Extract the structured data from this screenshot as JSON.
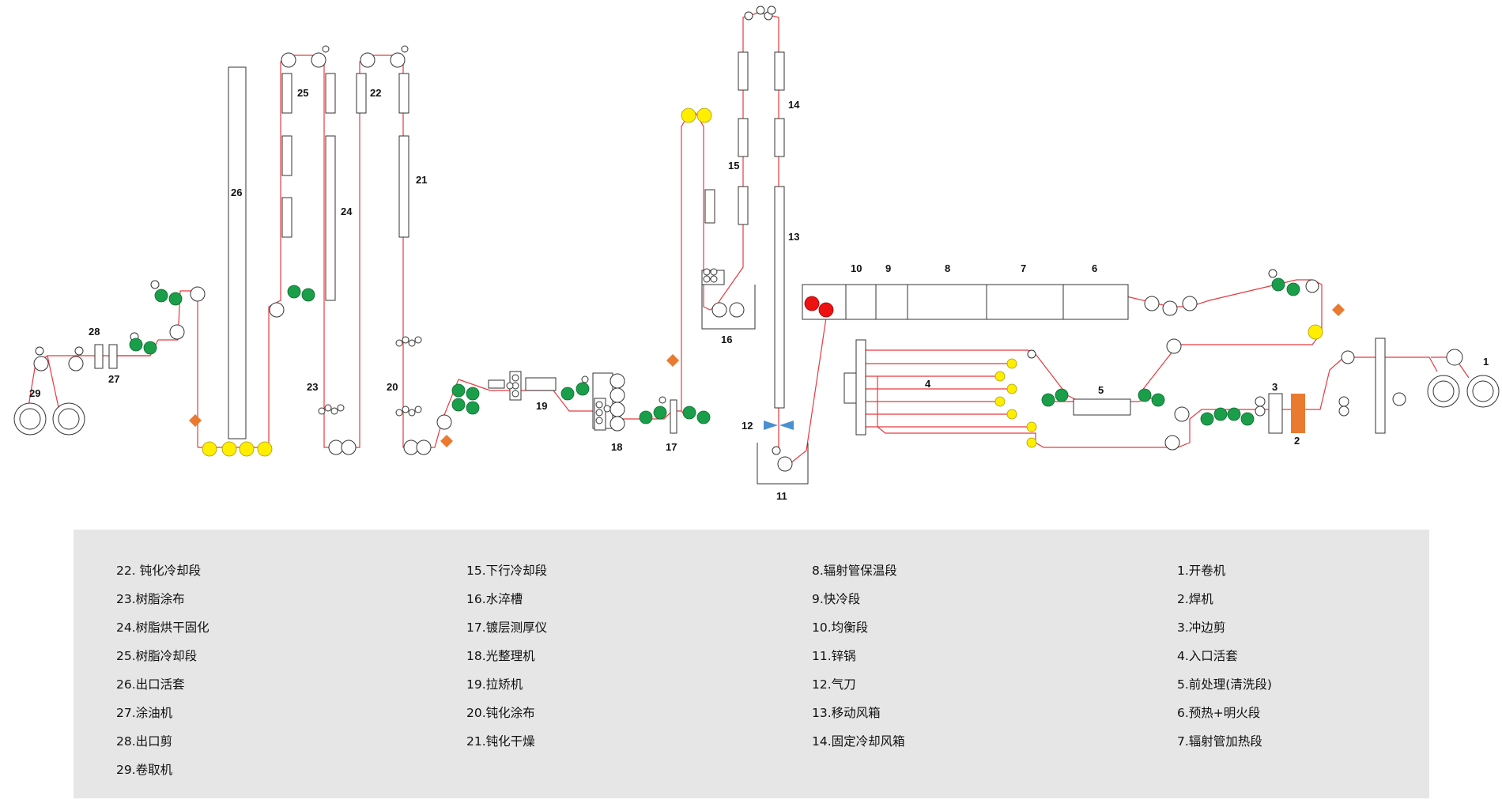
{
  "diagram": {
    "labels": [
      "1",
      "2",
      "3",
      "4",
      "5",
      "6",
      "7",
      "8",
      "9",
      "10",
      "11",
      "12",
      "13",
      "14",
      "15",
      "16",
      "17",
      "18",
      "19",
      "20",
      "21",
      "22",
      "23",
      "24",
      "25",
      "26",
      "27",
      "28",
      "29"
    ]
  },
  "legend": {
    "columns": [
      [
        "22. 钝化冷却段",
        "23.树脂涂布",
        "24.树脂烘干固化",
        "25.树脂冷却段",
        "26.出口活套",
        "27.涂油机",
        "28.出口剪",
        "29.卷取机"
      ],
      [
        "15.下行冷却段",
        "16.水淬槽",
        "17.镀层测厚仪",
        "18.光整理机",
        "19.拉矫机",
        "20.钝化涂布",
        "21.钝化干燥"
      ],
      [
        "8.辐射管保温段",
        "9.快冷段",
        "10.均衡段",
        "11.锌锅",
        "12.气刀",
        "13.移动风箱",
        "14.固定冷却风箱"
      ],
      [
        "1.开卷机",
        "2.焊机",
        "3.冲边剪",
        "4.入口活套",
        "5.前处理(清洗段)",
        "6.预热+明火段",
        "7.辐射管加热段"
      ]
    ]
  },
  "colors": {
    "strip": "#e8393f",
    "green_roll": "#1a9e4a",
    "yellow_roll": "#ffee00",
    "red_roll": "#ee1111",
    "orange": "#ea7a30",
    "air_knife": "#4a90d0",
    "legend_bg": "#e6e6e6"
  }
}
